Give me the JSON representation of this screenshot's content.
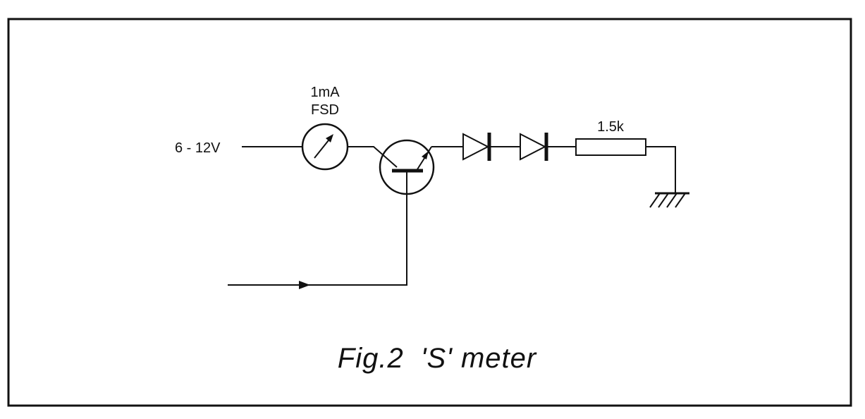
{
  "diagram": {
    "title": "Fig.2  'S' meter",
    "supply_label": "6 - 12V",
    "meter": {
      "label_line1": "1mA",
      "label_line2": "FSD",
      "icon": "ammeter-icon"
    },
    "transistor": {
      "icon": "transistor-icon"
    },
    "diodes": [
      {
        "icon": "diode-icon"
      },
      {
        "icon": "diode-icon"
      }
    ],
    "resistor": {
      "label": "1.5k",
      "icon": "resistor-icon"
    },
    "ground": {
      "icon": "ground-icon"
    },
    "input": {
      "icon": "arrow-right-icon"
    },
    "colors": {
      "ink": "#111111",
      "background": "#ffffff"
    }
  }
}
